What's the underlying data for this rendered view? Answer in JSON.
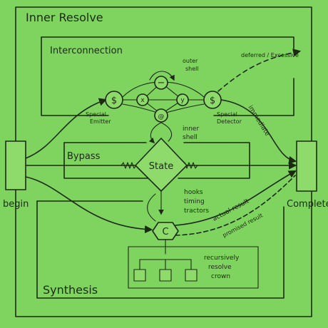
{
  "frame": {
    "title": "Inner Resolve"
  },
  "regions": {
    "interconnection": "Interconnection",
    "bypass": "Bypass",
    "synthesis": "Synthesis"
  },
  "nodes": {
    "begin": "begin",
    "complete": "Complete",
    "state": "State",
    "crown": "C",
    "emitter_symbol": "$",
    "detector_symbol": "$",
    "node_x": "x",
    "node_minus": "−",
    "node_y": "y",
    "node_at": "@"
  },
  "labels": {
    "outer_shell_1": "outer",
    "outer_shell_2": "shell",
    "inner_shell_1": "inner",
    "inner_shell_2": "shell",
    "special_emitter_1": "Special",
    "special_emitter_2": "Emitter",
    "special_detector_1": "Special",
    "special_detector_2": "Detector",
    "deferred": "deferred / Excessive",
    "immediate": "immediate",
    "hooks_1": "hooks",
    "hooks_2": "timing",
    "hooks_3": "tractors",
    "actual_result": "actual result",
    "promised_result": "promised result",
    "recursive_1": "recursively",
    "recursive_2": "resolve",
    "recursive_3": "crown"
  },
  "colors": {
    "background": "#7fd35f",
    "ink": "#1c2a14"
  }
}
